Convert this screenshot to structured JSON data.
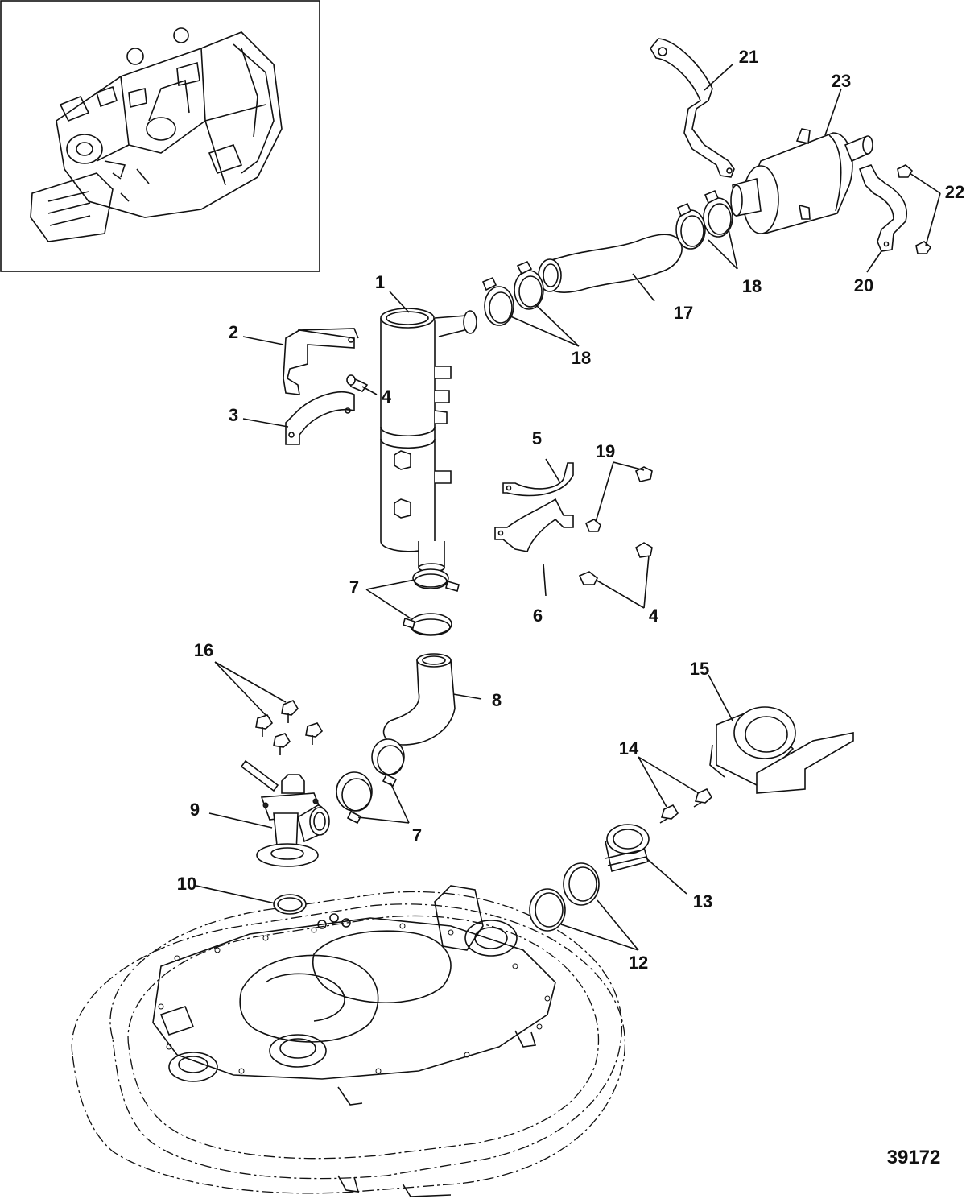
{
  "figure_number": "39172",
  "callouts": [
    {
      "id": "1",
      "label": "1"
    },
    {
      "id": "2",
      "label": "2"
    },
    {
      "id": "3",
      "label": "3"
    },
    {
      "id": "4a",
      "label": "4"
    },
    {
      "id": "4b",
      "label": "4"
    },
    {
      "id": "5",
      "label": "5"
    },
    {
      "id": "6",
      "label": "6"
    },
    {
      "id": "7a",
      "label": "7"
    },
    {
      "id": "7b",
      "label": "7"
    },
    {
      "id": "8",
      "label": "8"
    },
    {
      "id": "9",
      "label": "9"
    },
    {
      "id": "10",
      "label": "10"
    },
    {
      "id": "12",
      "label": "12"
    },
    {
      "id": "13",
      "label": "13"
    },
    {
      "id": "14",
      "label": "14"
    },
    {
      "id": "15",
      "label": "15"
    },
    {
      "id": "16",
      "label": "16"
    },
    {
      "id": "17",
      "label": "17"
    },
    {
      "id": "18a",
      "label": "18"
    },
    {
      "id": "18b",
      "label": "18"
    },
    {
      "id": "19",
      "label": "19"
    },
    {
      "id": "20",
      "label": "20"
    },
    {
      "id": "21",
      "label": "21"
    },
    {
      "id": "22",
      "label": "22"
    },
    {
      "id": "23",
      "label": "23"
    }
  ]
}
